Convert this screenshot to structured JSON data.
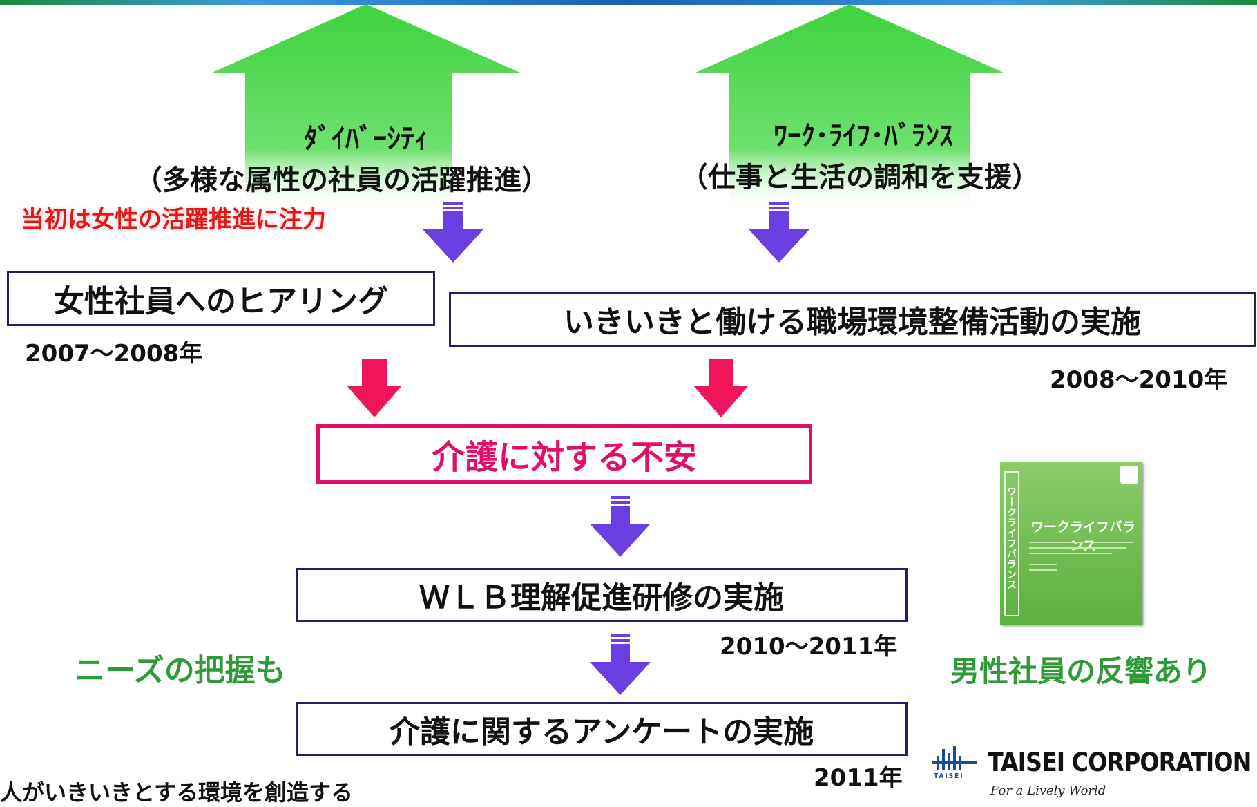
{
  "pillars": {
    "left": {
      "title": "ﾀﾞｲﾊﾞｰｼﾃｨ",
      "subtitle": "（多様な属性の社員の活躍推進）"
    },
    "right": {
      "title": "ﾜｰｸ･ﾗｲﾌ･ﾊﾞﾗﾝｽ",
      "subtitle": "（仕事と生活の調和を支援）"
    }
  },
  "note_initial": "当初は女性の活躍推進に注力",
  "steps": {
    "hearing": {
      "label": "女性社員へのヒアリング",
      "period": "2007～2008年"
    },
    "workplace": {
      "label": "いきいきと働ける職場環境整備活動の実施",
      "period": "2008～2010年"
    },
    "anxiety": {
      "label": "介護に対する不安"
    },
    "training": {
      "label": "ＷＬＢ理解促進研修の実施",
      "period": "2010～2011年"
    },
    "survey": {
      "label": "介護に関するアンケートの実施",
      "period": "2011年"
    }
  },
  "side_notes": {
    "needs": "ニーズの把握も",
    "male_response": "男性社員の反響あり"
  },
  "book": {
    "spine_title": "ワークライフバランス",
    "cover_title": "ワークライフバランス"
  },
  "footer": {
    "slogan": "人がいきいきとする環境を創造する",
    "logo_name": "TAISEI CORPORATION",
    "logo_mark_text": "TAISEI",
    "logo_tagline": "For a Lively World"
  },
  "colors": {
    "green_arrow": "#3fd23f",
    "purple_arrow": "#6a3ee0",
    "pink_arrow": "#f0145a",
    "box_border": "#2a1a6a",
    "anxiety_border": "#e0106a",
    "note_green": "#2f9a3a",
    "note_red": "#e01818"
  },
  "icons": [
    "taisei-logo-mark-icon"
  ]
}
